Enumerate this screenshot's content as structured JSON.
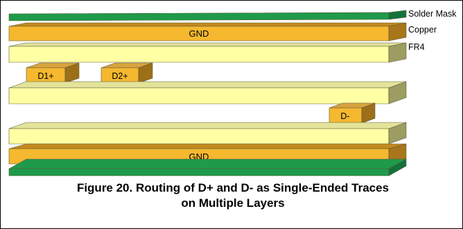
{
  "colors": {
    "mask": "#1f9a4a",
    "mask_side": "#13733a",
    "copper": "#f5b82f",
    "copper_top": "#c38a1e",
    "copper_side": "#a7761a",
    "fr4": "#ffffa3",
    "fr4_top": "#e3e39a",
    "fr4_side": "#9c9c63",
    "trace_front": "#f5b82f",
    "trace_top": "#d9a33e",
    "trace_side": "#9c6f18"
  },
  "labels": {
    "solder_mask": "Solder Mask",
    "copper": "Copper",
    "fr4": "FR4"
  },
  "planes": {
    "gnd_top": "GND",
    "gnd_bottom": "GND"
  },
  "traces": {
    "d1p": "D1+",
    "d2p": "D2+",
    "dm": "D-"
  },
  "caption": {
    "line1": "Figure 20. Routing of D+ and D- as Single-Ended Traces",
    "line2": "on Multiple Layers"
  }
}
